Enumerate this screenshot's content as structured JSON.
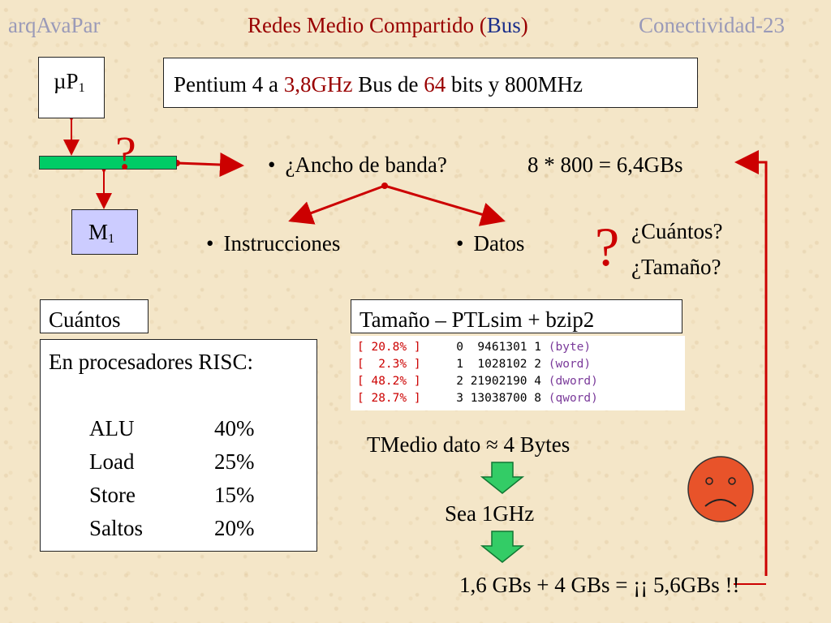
{
  "header": {
    "left": "arqAvaPar",
    "center_prefix": "Redes Medio Compartido (",
    "center_bus": "Bus",
    "center_suffix": ")",
    "right": "Conectividad-23"
  },
  "diagram": {
    "up_label": "µP",
    "up_sub": "1",
    "mem_label": "M",
    "mem_sub": "1",
    "question_mark": "?",
    "colors": {
      "bus": "#00cc66",
      "arrow": "#cc0000",
      "box_fill": "#ccccff",
      "pen": "#cc0000"
    }
  },
  "pentium": {
    "p1": "Pentium 4 a ",
    "freq": "3,8GHz",
    "p2": " Bus de ",
    "bits": "64",
    "p3": " bits y 800MHz"
  },
  "bandwidth": {
    "question": "¿Ancho de banda?",
    "formula": "8 * 800 = 6,4GBs",
    "instructions": "Instrucciones",
    "datos": "Datos"
  },
  "questions": {
    "mark": "?",
    "cuantos": "¿Cuántos?",
    "tamano": "¿Tamaño?"
  },
  "cuantos_section": {
    "title": "Cuántos",
    "subtitle": "En procesadores RISC:",
    "rows": [
      {
        "label": "ALU",
        "pct": "40%"
      },
      {
        "label": "Load",
        "pct": "25%"
      },
      {
        "label": "Store",
        "pct": "15%"
      },
      {
        "label": "Saltos",
        "pct": "20%"
      }
    ]
  },
  "tamano_section": {
    "title": "Tamaño – PTLsim + bzip2",
    "rows": [
      {
        "pct": "[ 20.8% ]",
        "idx": "0",
        "count": " 9461301",
        "size": "1",
        "kind": "(byte)"
      },
      {
        "pct": "[  2.3% ]",
        "idx": "1",
        "count": " 1028102",
        "size": "2",
        "kind": "(word)"
      },
      {
        "pct": "[ 48.2% ]",
        "idx": "2",
        "count": "21902190",
        "size": "4",
        "kind": "(dword)"
      },
      {
        "pct": "[ 28.7% ]",
        "idx": "3",
        "count": "13038700",
        "size": "8",
        "kind": "(qword)"
      }
    ]
  },
  "results": {
    "tmedio": "TMedio dato ≈ 4 Bytes",
    "sea": "Sea 1GHz",
    "final": "1,6 GBs  + 4 GBs = ¡¡ 5,6GBs !!"
  }
}
